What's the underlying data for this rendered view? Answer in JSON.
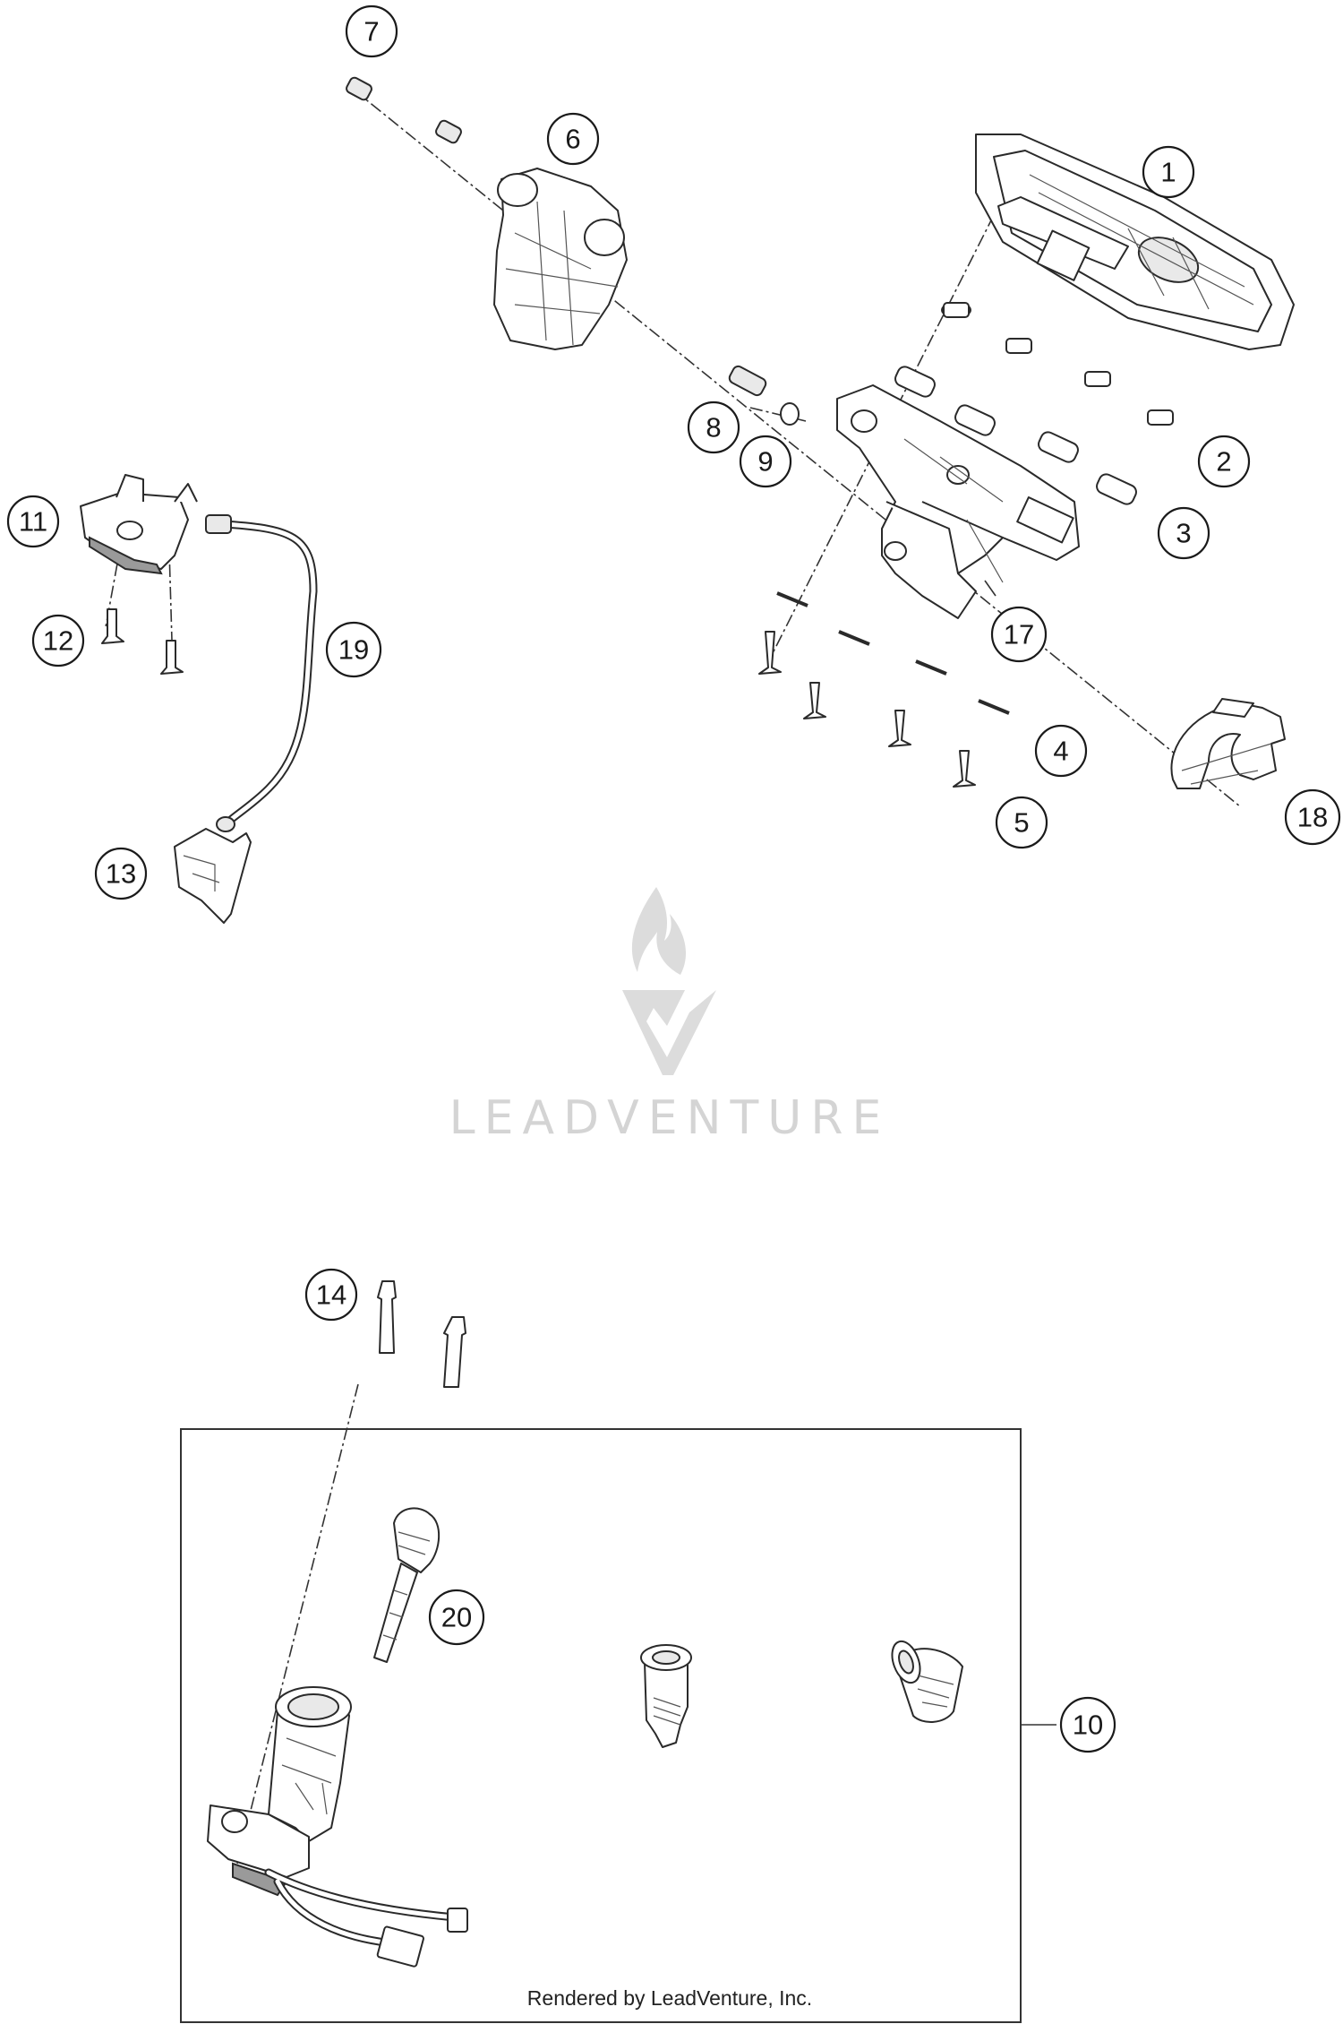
{
  "callouts": {
    "c1": "1",
    "c2": "2",
    "c3": "3",
    "c4": "4",
    "c5": "5",
    "c6": "6",
    "c7": "7",
    "c8": "8",
    "c9": "9",
    "c10": "10",
    "c11": "11",
    "c12": "12",
    "c13": "13",
    "c14": "14",
    "c17": "17",
    "c18": "18",
    "c19": "19",
    "c20": "20"
  },
  "watermark": {
    "brand": "LEADVENTURE"
  },
  "credit": "Rendered by LeadVenture, Inc."
}
